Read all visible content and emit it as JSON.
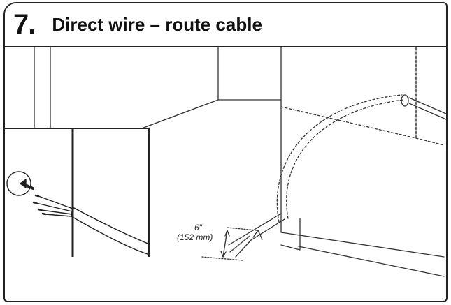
{
  "step": {
    "number": "7.",
    "title": "Direct wire – route cable"
  },
  "dimension": {
    "imperial": "6\"",
    "metric": "(152 mm)"
  },
  "icons": [
    "cable-icon",
    "arrow-icon",
    "wall-hole-icon"
  ]
}
